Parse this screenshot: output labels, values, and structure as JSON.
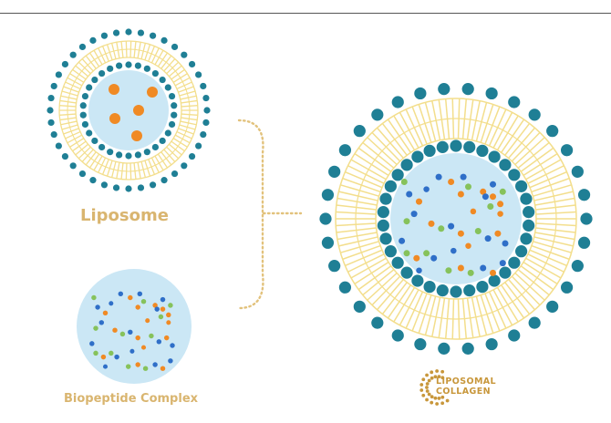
{
  "labels": {
    "liposome": "Liposome",
    "complex": "Biopeptide Complex"
  },
  "logo": {
    "line1": "LIPOSOMAL",
    "line2": "COLLAGEN"
  },
  "colors": {
    "head": "#1f7f95",
    "tail": "#f3de8c",
    "core": "#cbe7f5",
    "orange": "#f08a24",
    "green": "#86c25b",
    "blue": "#2f6fc8",
    "dotted": "#e2c27c",
    "label": "#d9b56f",
    "logo": "#c8973b"
  }
}
